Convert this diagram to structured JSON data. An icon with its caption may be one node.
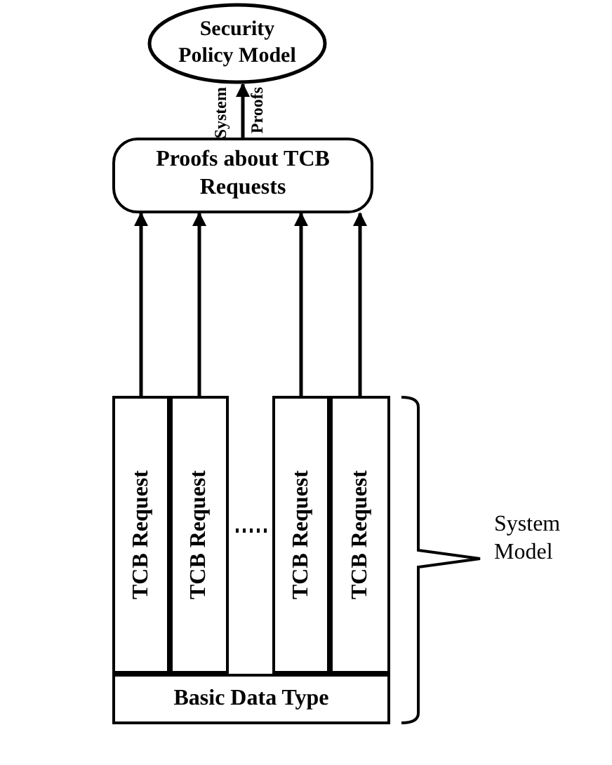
{
  "diagram": {
    "nodes": [
      {
        "text": [
          "Security Policy Model"
        ]
      },
      {
        "text": [
          "Proofs about TCB Requests"
        ]
      },
      {
        "text": [
          "TCB Request"
        ]
      },
      {
        "text": [
          "TCB Request"
        ]
      },
      {
        "text": [
          "TCB Request"
        ]
      },
      {
        "text": [
          "TCB Request"
        ]
      },
      {
        "text": [
          "Basic Data Type"
        ]
      }
    ],
    "edges": [
      {
        "from": 1,
        "to": 0,
        "arrow": "to"
      },
      {
        "from": 2,
        "to": 1,
        "arrow": "to"
      },
      {
        "from": 3,
        "to": 1,
        "arrow": "to"
      },
      {
        "from": 4,
        "to": 1,
        "arrow": "to"
      },
      {
        "from": 5,
        "to": 1,
        "arrow": "to"
      }
    ],
    "labels": [
      "System",
      "Proofs",
      "System Model"
    ]
  }
}
